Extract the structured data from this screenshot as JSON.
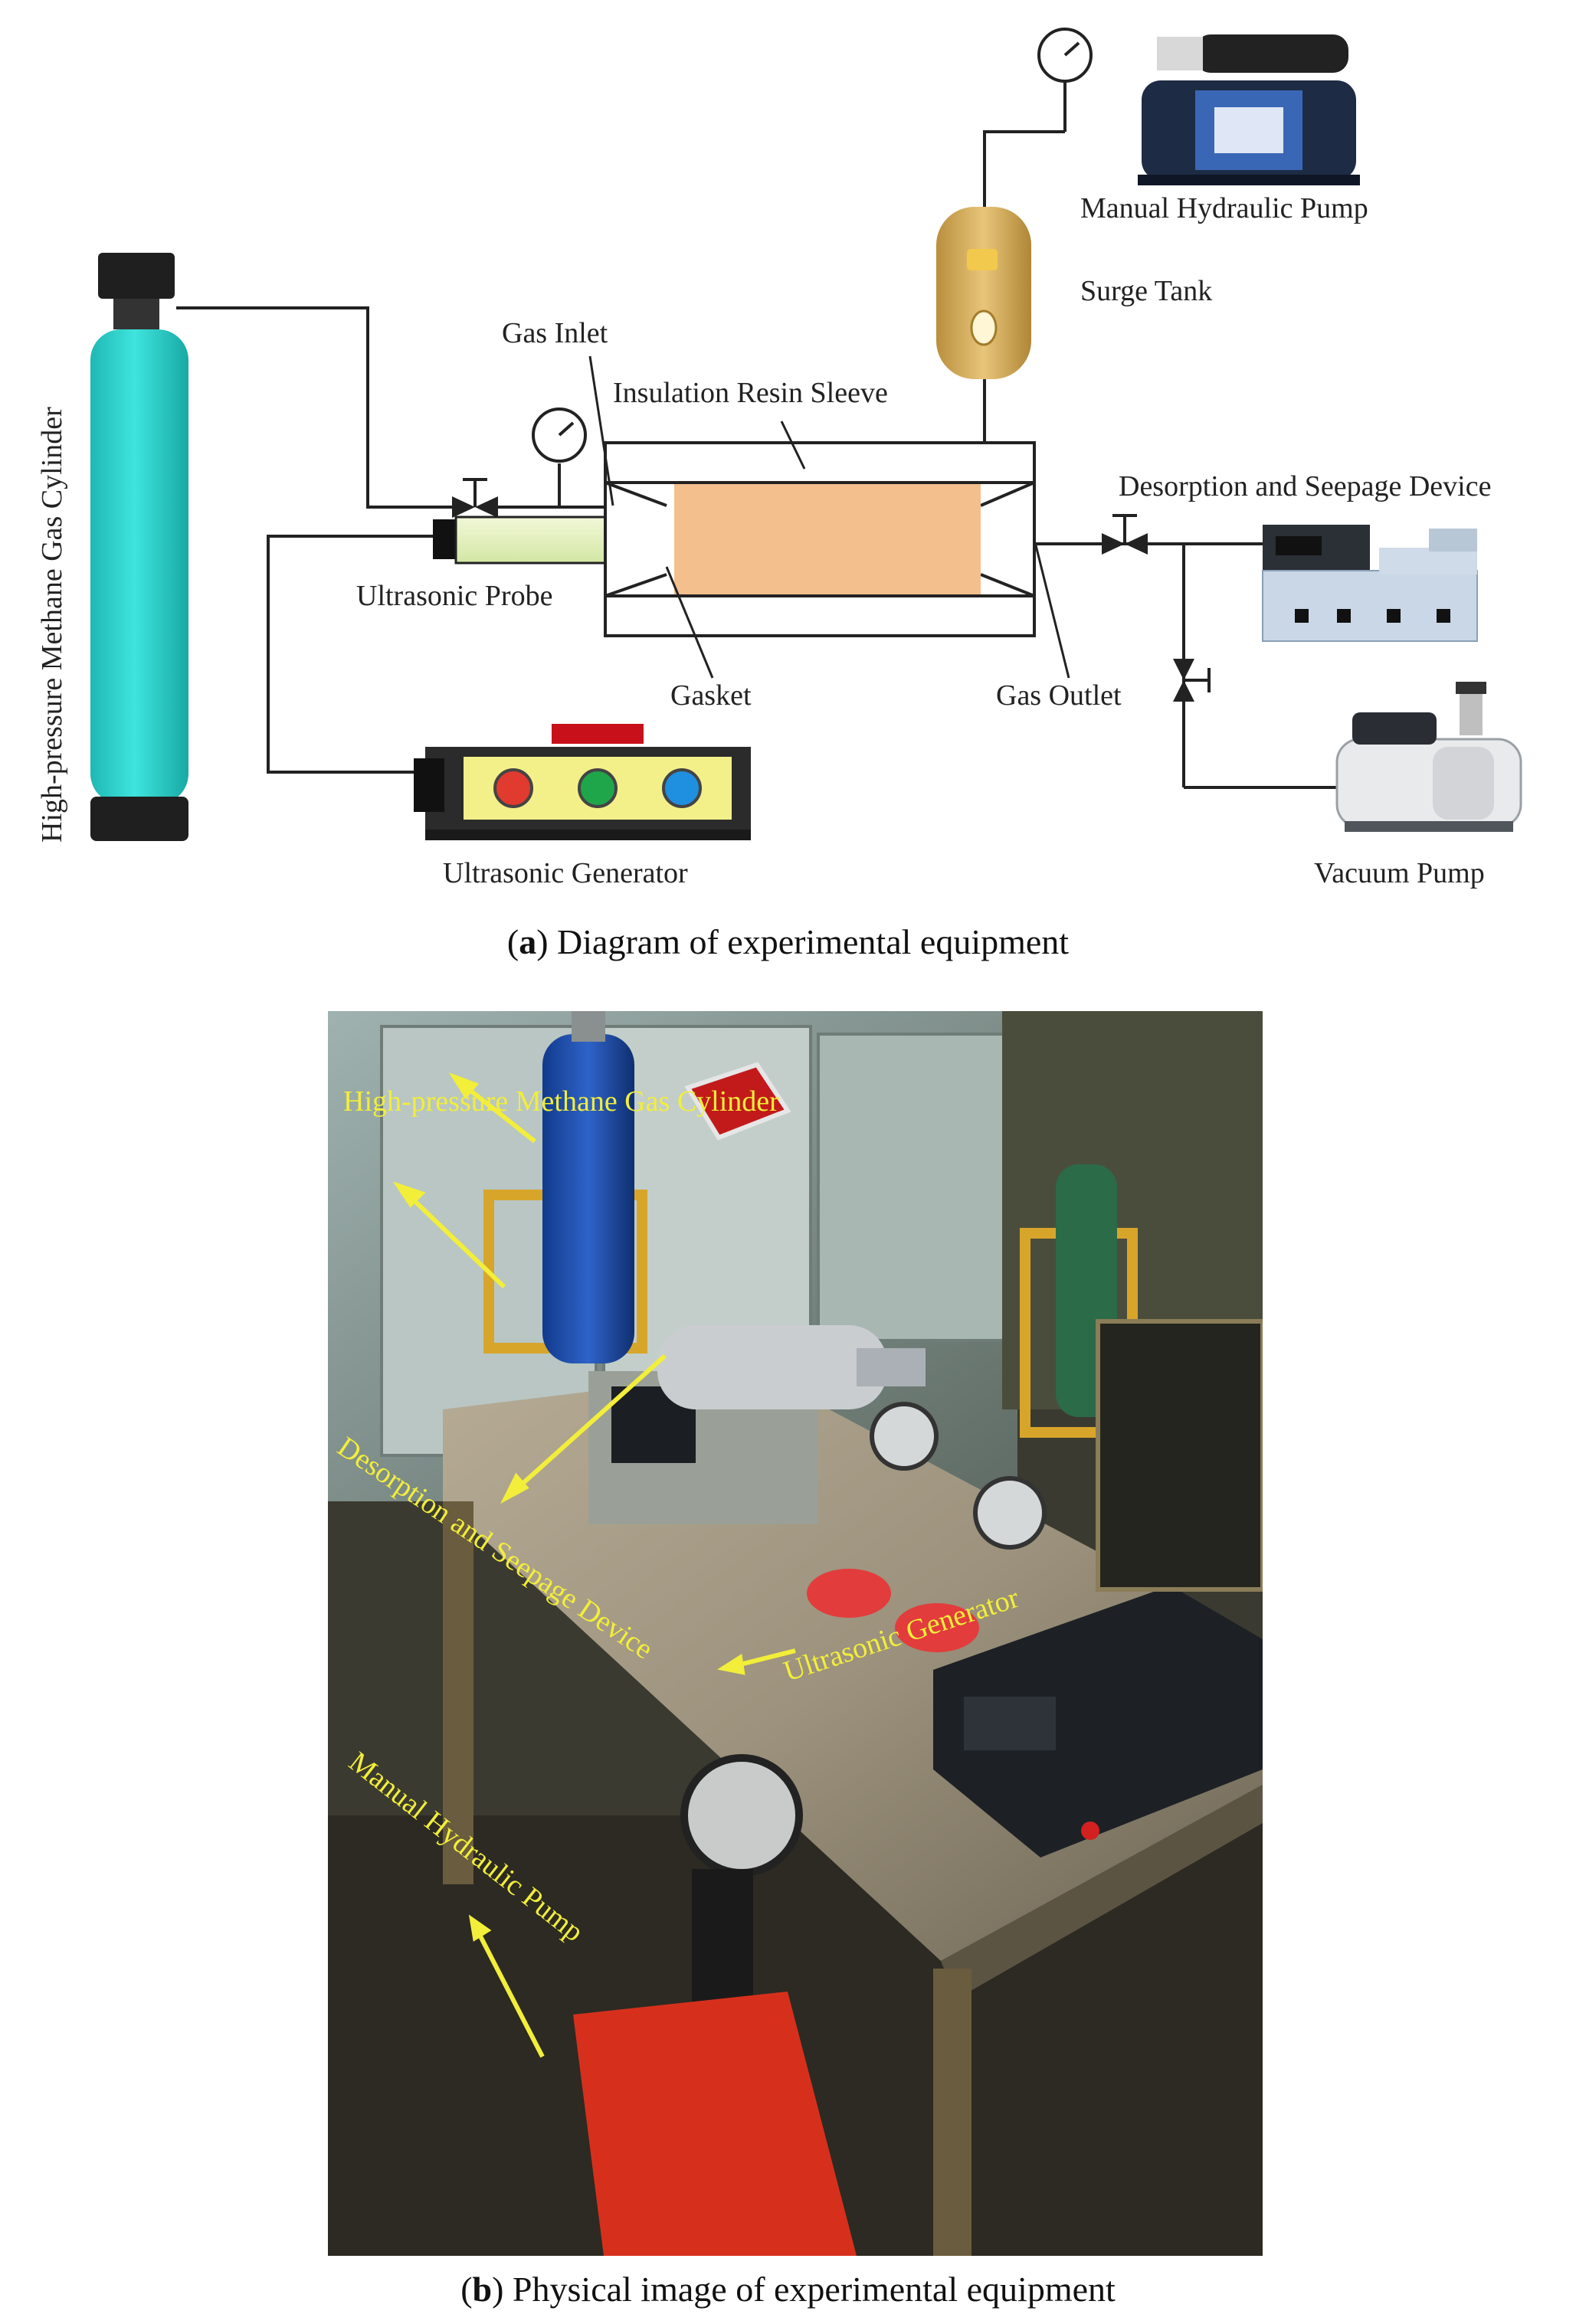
{
  "diagram": {
    "labels": {
      "cylinder": "High-pressure Methane Gas Cylinder",
      "gas_inlet": "Gas Inlet",
      "sleeve": "Insulation Resin Sleeve",
      "probe": "Ultrasonic Probe",
      "gasket": "Gasket",
      "gas_outlet": "Gas Outlet",
      "generator": "Ultrasonic Generator",
      "pump": "Manual Hydraulic Pump",
      "surge": "Surge Tank",
      "desorption": "Desorption and Seepage Device",
      "vacuum": "Vacuum Pump"
    },
    "caption_letter": "a",
    "caption_text": ") Diagram of experimental equipment"
  },
  "photo": {
    "labels": {
      "cylinder": "High-pressure Methane Gas Cylinder",
      "desorption": "Desorption and Seepage Device",
      "generator": "Ultrasonic Generator",
      "pump": "Manual Hydraulic Pump"
    },
    "caption_letter": "b",
    "caption_text": ") Physical image of experimental equipment"
  },
  "colors": {
    "cylinder": "#2fd6d0",
    "sample": "#f3bf8c",
    "surge_tank": "#d9b46a",
    "annotation": "#f2ee3a"
  }
}
